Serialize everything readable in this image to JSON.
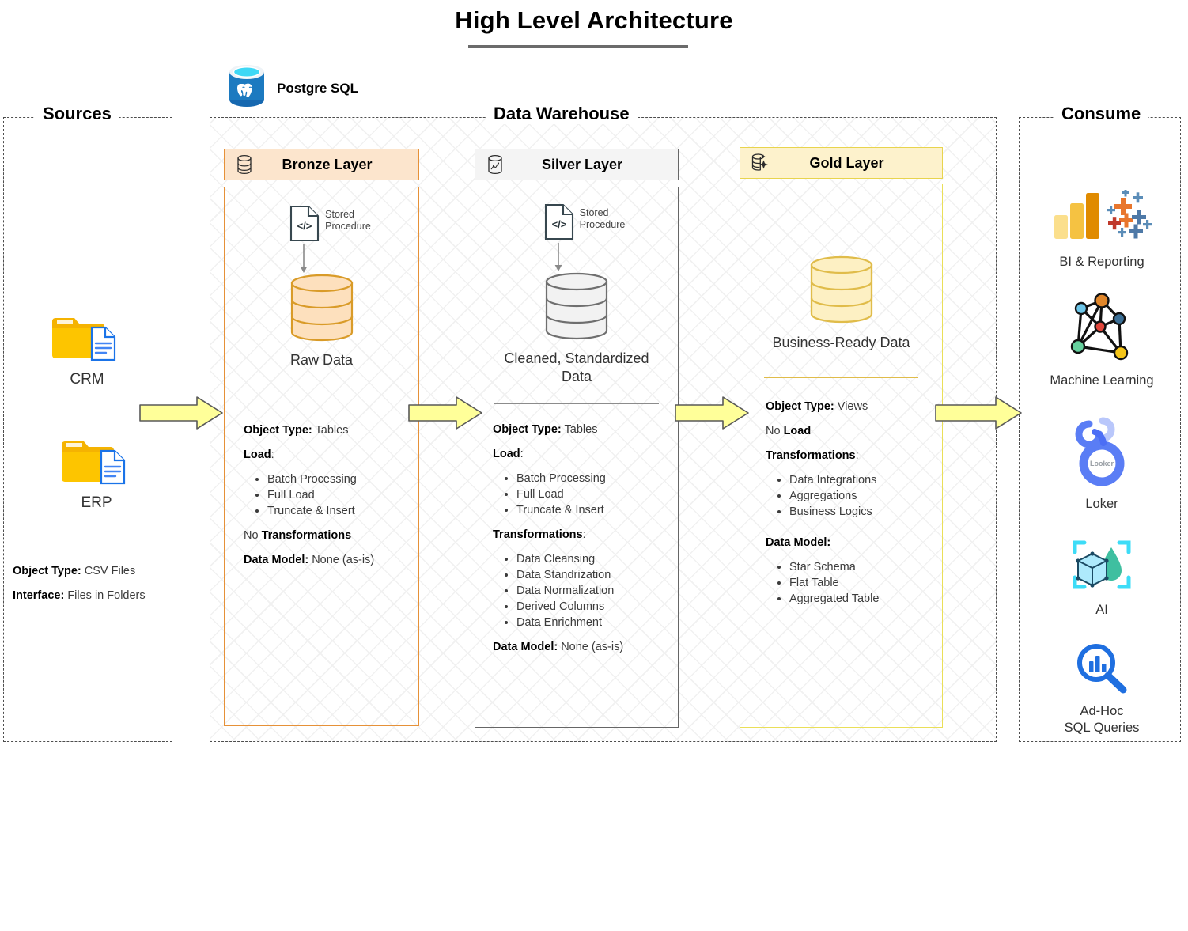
{
  "title": "High Level Architecture",
  "panels": {
    "sources": {
      "label": "Sources"
    },
    "warehouse": {
      "label": "Data Warehouse"
    },
    "consume": {
      "label": "Consume"
    }
  },
  "platform": {
    "name": "Postgre SQL",
    "icon": "postgresql-icon"
  },
  "sources": {
    "items": [
      {
        "label": "CRM",
        "icon": "folder-file-icon"
      },
      {
        "label": "ERP",
        "icon": "folder-file-icon"
      }
    ],
    "meta": [
      {
        "key": "Object Type:",
        "value": "CSV Files"
      },
      {
        "key": "Interface:",
        "value": "Files in Folders"
      }
    ]
  },
  "layers": {
    "bronze": {
      "title": "Bronze Layer",
      "head_icon": "database-icon",
      "stored_procedure": "Stored\nProcedure",
      "stored_procedure_line1": "Stored",
      "stored_procedure_line2": "Procedure",
      "cylinder_label": "Raw Data",
      "object_type_key": "Object Type:",
      "object_type_value": "Tables",
      "load_key": "Load",
      "load_colon": ":",
      "load_items": [
        "Batch Processing",
        "Full Load",
        "Truncate & Insert"
      ],
      "transformations_prefix": "No ",
      "transformations_key": "Transformations",
      "data_model_key": "Data Model:",
      "data_model_value": "None (as-is)",
      "accent": "#e69138",
      "head_bg": "#fce5cd"
    },
    "silver": {
      "title": "Silver Layer",
      "head_icon": "database-chart-icon",
      "stored_procedure_line1": "Stored",
      "stored_procedure_line2": "Procedure",
      "cylinder_label": "Cleaned, Standardized Data",
      "object_type_key": "Object Type:",
      "object_type_value": "Tables",
      "load_key": "Load",
      "load_colon": ":",
      "load_items": [
        "Batch Processing",
        "Full Load",
        "Truncate & Insert"
      ],
      "transformations_key": "Transformations",
      "transformations_colon": ":",
      "transformations_items": [
        "Data Cleansing",
        "Data Standrization",
        "Data Normalization",
        "Derived Columns",
        "Data Enrichment"
      ],
      "data_model_key": "Data Model:",
      "data_model_value": "None (as-is)",
      "accent": "#666666",
      "head_bg": "#f4f4f4"
    },
    "gold": {
      "title": "Gold Layer",
      "head_icon": "database-sparkle-icon",
      "cylinder_label": "Business-Ready Data",
      "object_type_key": "Object Type:",
      "object_type_value": "Views",
      "load_prefix": "No ",
      "load_key": "Load",
      "transformations_key": "Transformations",
      "transformations_colon": ":",
      "transformations_items": [
        "Data Integrations",
        "Aggregations",
        "Business Logics"
      ],
      "data_model_key": "Data Model:",
      "data_model_items": [
        "Star Schema",
        "Flat Table",
        "Aggregated Table"
      ],
      "accent": "#e8d44d",
      "head_bg": "#fdf2cc"
    }
  },
  "consume": {
    "items": [
      {
        "label": "BI & Reporting",
        "icon": "powerbi-tableau-icon"
      },
      {
        "label": "Machine Learning",
        "icon": "network-graph-icon"
      },
      {
        "label": "Loker",
        "icon": "looker-icon",
        "icon_word": "Looker"
      },
      {
        "label": "AI",
        "icon": "ai-cube-icon"
      },
      {
        "label": "Ad-Hoc SQL Queries",
        "icon": "sql-search-icon",
        "label_line1": "Ad-Hoc",
        "label_line2": "SQL Queries"
      }
    ]
  },
  "arrows": {
    "count": 4,
    "color": "#ffff99",
    "stroke": "#595959"
  },
  "colors": {
    "bronze": "#e69138",
    "silver": "#666666",
    "gold": "#e8d44d",
    "arrow_fill": "#ffff99",
    "folder": "#f5b300",
    "accent_blue": "#3367d6"
  }
}
